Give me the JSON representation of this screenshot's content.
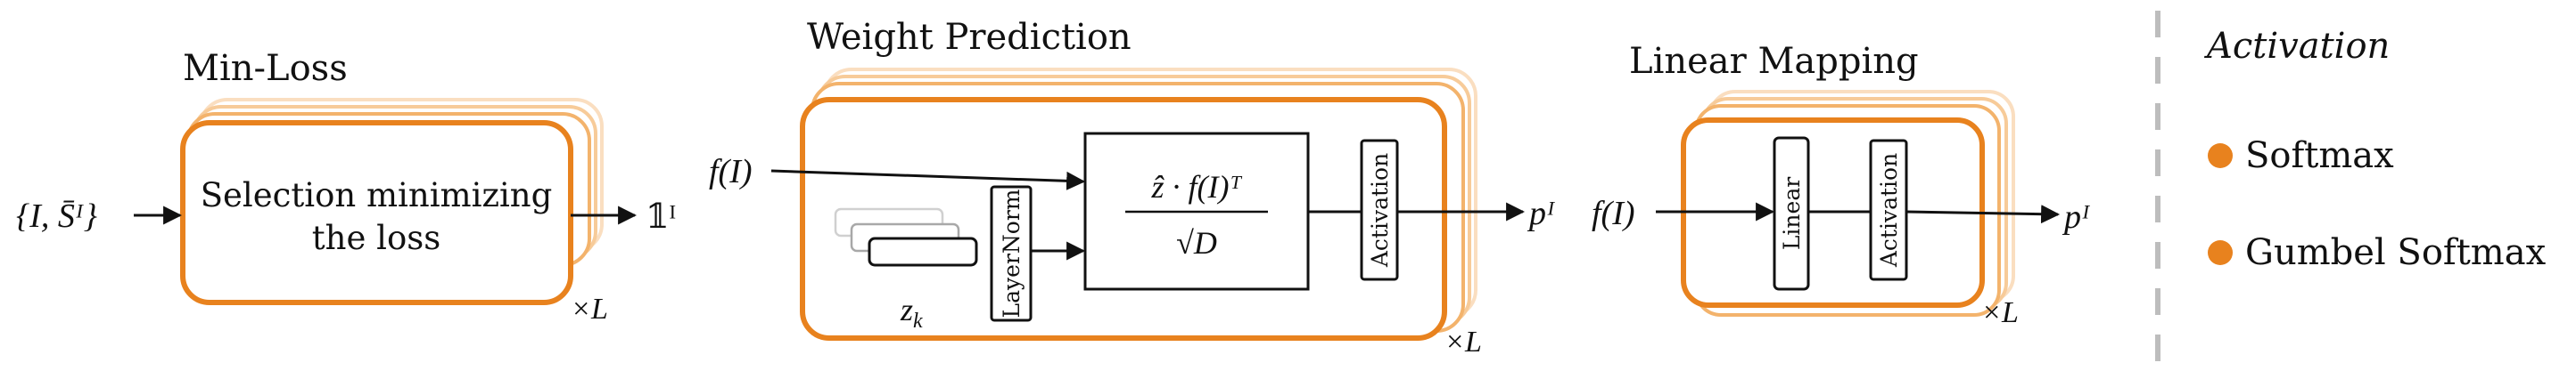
{
  "minloss": {
    "title": "Min-Loss",
    "input": "{I, S̄ᴵ}",
    "box_line1": "Selection minimizing",
    "box_line2": "the loss",
    "output": "𝟙ᴵ",
    "repeat": "×L"
  },
  "weight": {
    "title": "Weight Prediction",
    "input": "f(I)",
    "zk": "z",
    "zk_sub": "k",
    "layernorm": "LayerNorm",
    "formula_num": "ẑ · f(I)ᵀ",
    "formula_den": "√D",
    "activation": "Activation",
    "output": "pᴵ",
    "repeat": "×L"
  },
  "linear": {
    "title": "Linear Mapping",
    "input": "f(I)",
    "linear": "Linear",
    "activation": "Activation",
    "output": "pᴵ",
    "repeat": "×L"
  },
  "legend": {
    "title": "Activation",
    "items": [
      "Softmax",
      "Gumbel Softmax"
    ]
  },
  "colors": {
    "orange": "#E8821E",
    "layer1": "#F3B36C",
    "layer2": "#F7CB99",
    "layer3": "#FADEC0",
    "divider": "#BDBDBD",
    "ghost": "#BBBBBB"
  }
}
